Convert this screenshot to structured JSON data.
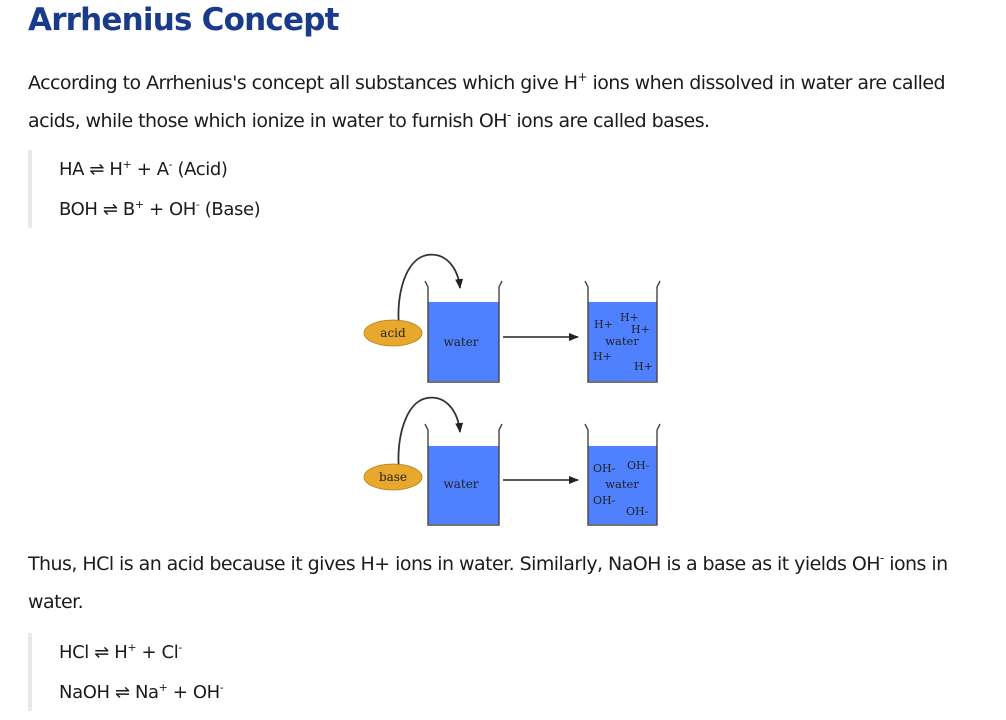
{
  "heading": "Arrhenius Concept",
  "intro": {
    "part1": "According to Arrhenius's concept all substances which give H",
    "sup1": "+",
    "part2": " ions when dissolved in water are called acids, while those which ionize in water to furnish OH",
    "sup2": "-",
    "part3": " ions are called bases."
  },
  "equations_general": [
    {
      "lhs": "HA",
      "arrow": "⇌",
      "p1": "H",
      "s1": "+",
      "plus": " + ",
      "p2": "A",
      "s2": "-",
      "note": " (Acid)"
    },
    {
      "lhs": "BOH",
      "arrow": "⇌",
      "p1": "B",
      "s1": "+",
      "plus": " + ",
      "p2": "OH",
      "s2": "-",
      "note": " (Base)"
    }
  ],
  "diagram": {
    "acid_row": {
      "source_label": "acid",
      "left_beaker_label": "water",
      "right_beaker_label": "water",
      "ions": [
        "H+",
        "H+",
        "H+",
        "H+",
        "H+"
      ]
    },
    "base_row": {
      "source_label": "base",
      "left_beaker_label": "water",
      "right_beaker_label": "water",
      "ions": [
        "OH-",
        "OH-",
        "OH-",
        "OH-"
      ]
    },
    "colors": {
      "water": "#4f81ff",
      "source_fill": "#e8a82e",
      "line": "#444444"
    }
  },
  "conclusion": {
    "part1": "Thus, HCl is an acid because it gives H+ ions in water. Similarly, NaOH is a base as it yields OH",
    "sup": "-",
    "part2": " ions in water."
  },
  "equations_examples": [
    {
      "lhs": "HCl",
      "arrow": "⇌",
      "p1": "H",
      "s1": "+",
      "plus": " + ",
      "p2": "Cl",
      "s2": "-"
    },
    {
      "lhs": "NaOH",
      "arrow": "⇌",
      "p1": "Na",
      "s1": "+",
      "plus": " + ",
      "p2": "OH",
      "s2": "-"
    }
  ]
}
